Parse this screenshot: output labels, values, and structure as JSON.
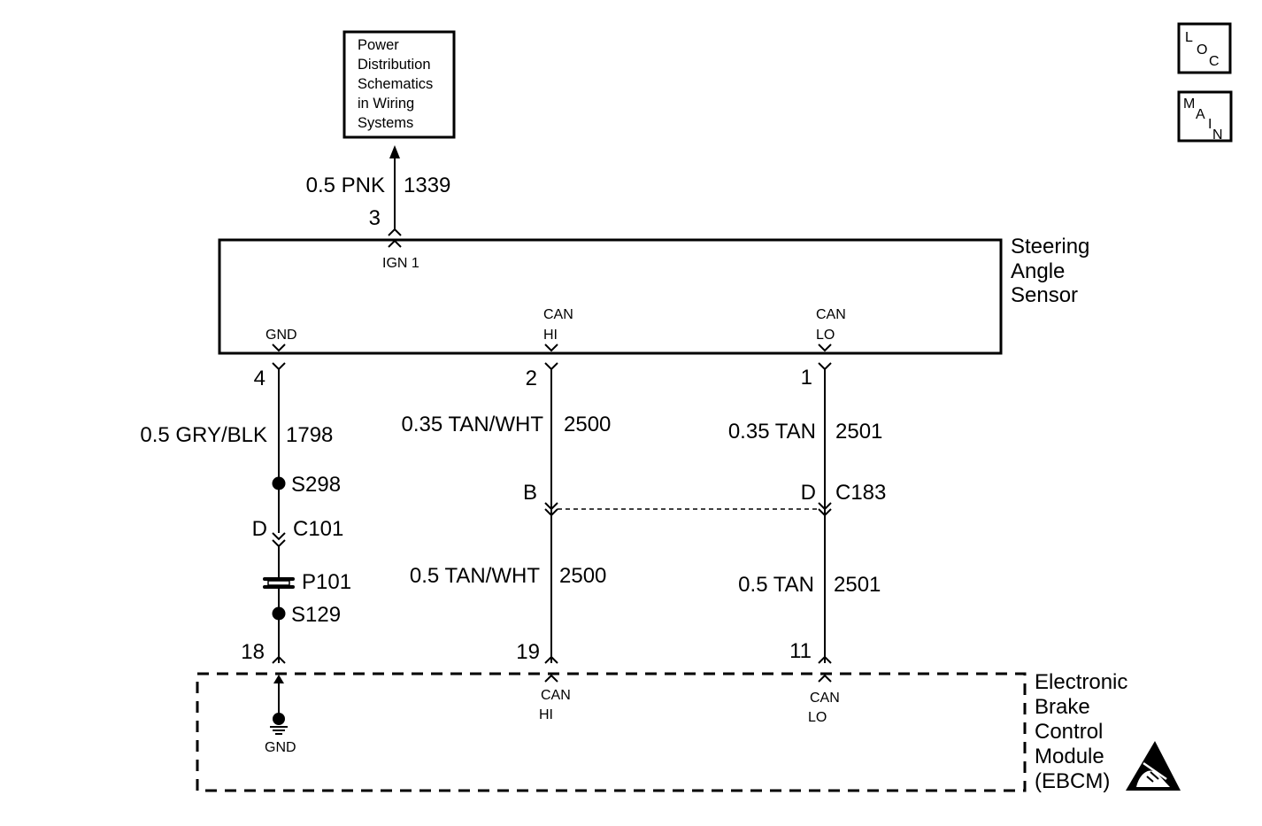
{
  "power_box": {
    "lines": [
      "Power",
      "Distribution",
      "Schematics",
      "in Wiring",
      "Systems"
    ]
  },
  "buttons": {
    "loc": [
      "L",
      "O",
      "C"
    ],
    "main": [
      "M",
      "A",
      "I",
      "N"
    ]
  },
  "sensor": {
    "name_lines": [
      "Steering",
      "Angle",
      "Sensor"
    ],
    "ign_label": "IGN 1",
    "gnd_label": "GND",
    "canhi_label": [
      "CAN",
      "HI"
    ],
    "canlo_label": [
      "CAN",
      "LO"
    ]
  },
  "ebcm": {
    "name_lines": [
      "Electronic",
      "Brake",
      "Control",
      "Module",
      "(EBCM)"
    ],
    "gnd_label": "GND",
    "canhi_label": [
      "CAN",
      "HI"
    ],
    "canlo_label": [
      "CAN",
      "LO"
    ]
  },
  "ign_wire": {
    "pin": "3",
    "gauge_color": "0.5 PNK",
    "circuit": "1339"
  },
  "gnd_wire": {
    "top_pin": "4",
    "gauge_color": "0.5 GRY/BLK",
    "circuit": "1798",
    "splice1": "S298",
    "connector_pin": "D",
    "connector": "C101",
    "passthrough": "P101",
    "splice2": "S129",
    "bottom_pin": "18"
  },
  "canhi_wire": {
    "top_pin": "2",
    "upper_gauge_color": "0.35 TAN/WHT",
    "upper_circuit": "2500",
    "connector_pin": "B",
    "lower_gauge_color": "0.5 TAN/WHT",
    "lower_circuit": "2500",
    "bottom_pin": "19"
  },
  "canlo_wire": {
    "top_pin": "1",
    "upper_gauge_color": "0.35 TAN",
    "upper_circuit": "2501",
    "connector_pin": "D",
    "connector": "C183",
    "lower_gauge_color": "0.5 TAN",
    "lower_circuit": "2501",
    "bottom_pin": "11"
  }
}
